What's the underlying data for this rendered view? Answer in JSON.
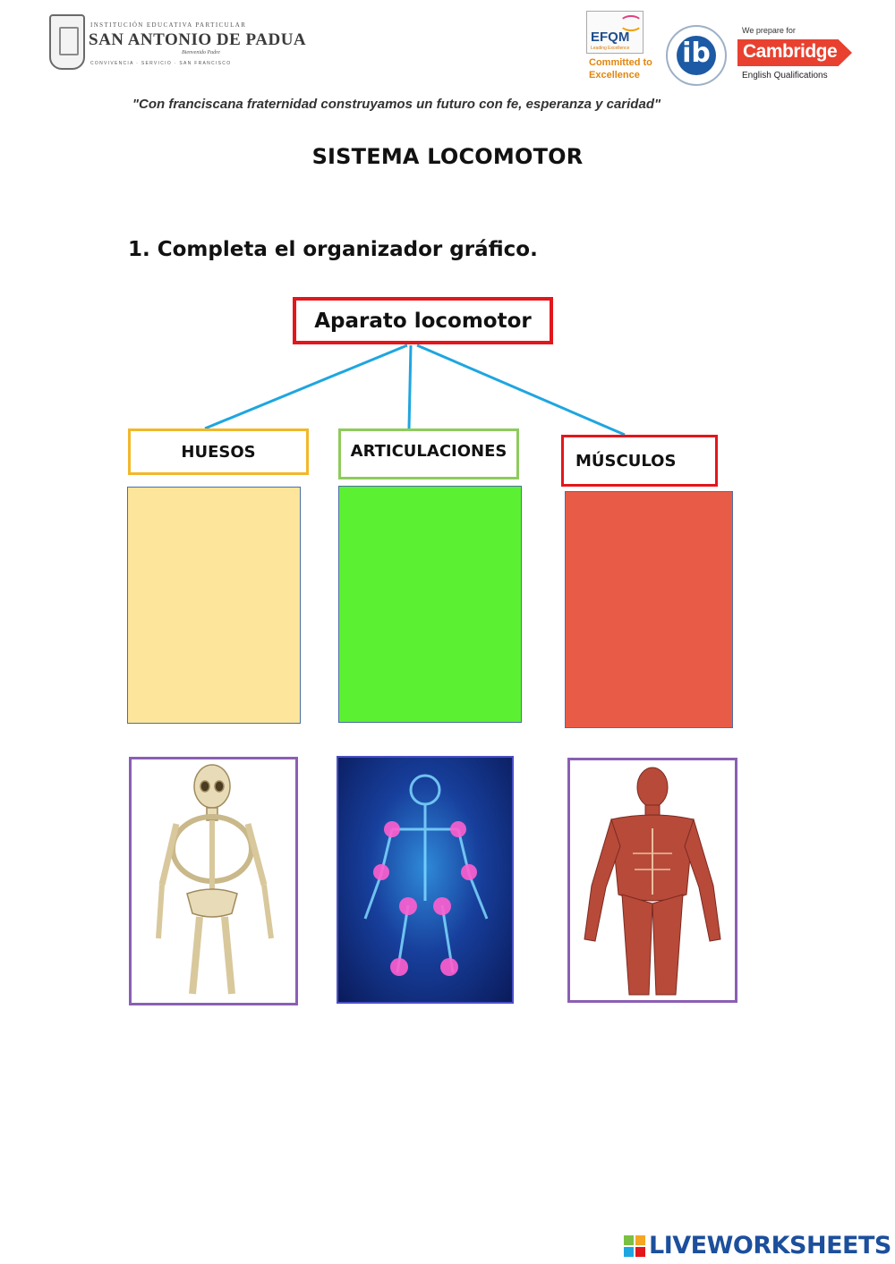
{
  "header": {
    "school": {
      "top_line": "INSTITUCIÓN EDUCATIVA PARTICULAR",
      "name": "SAN ANTONIO DE PADUA",
      "motto": "Bienvenido Padre",
      "bottom_line": "CONVIVENCIA · SERVICIO · SAN FRANCISCO"
    },
    "efqm": {
      "title": "EFQM",
      "sub": "Leading Excellence",
      "text_line1": "Committed to",
      "text_line2": "Excellence"
    },
    "ib": {
      "mark": "ib"
    },
    "cambridge": {
      "pre": "We prepare for",
      "word": "Cambridge",
      "sub": "English Qualifications"
    }
  },
  "motto": "\"Con franciscana fraternidad construyamos un futuro con fe, esperanza y caridad\"",
  "title": "SISTEMA LOCOMOTOR",
  "instruction": "1. Completa el organizador gráfico.",
  "organizer": {
    "root": "Aparato locomotor",
    "children": [
      {
        "label": "HUESOS",
        "fill_color": "#fde59b",
        "image": "skeleton-image"
      },
      {
        "label": "ARTICULACIONES",
        "fill_color": "#5cf032",
        "image": "joints-image"
      },
      {
        "label": "MÚSCULOS",
        "fill_color": "#e85c47",
        "image": "muscles-image"
      }
    ]
  },
  "footer": {
    "brand": "LIVEWORKSHEETS"
  },
  "colors": {
    "root_border": "#e3161c",
    "huesos_border": "#f2b82b",
    "artic_border": "#8ecb5c",
    "musc_border": "#e3161c",
    "connector": "#1ea6e0"
  }
}
